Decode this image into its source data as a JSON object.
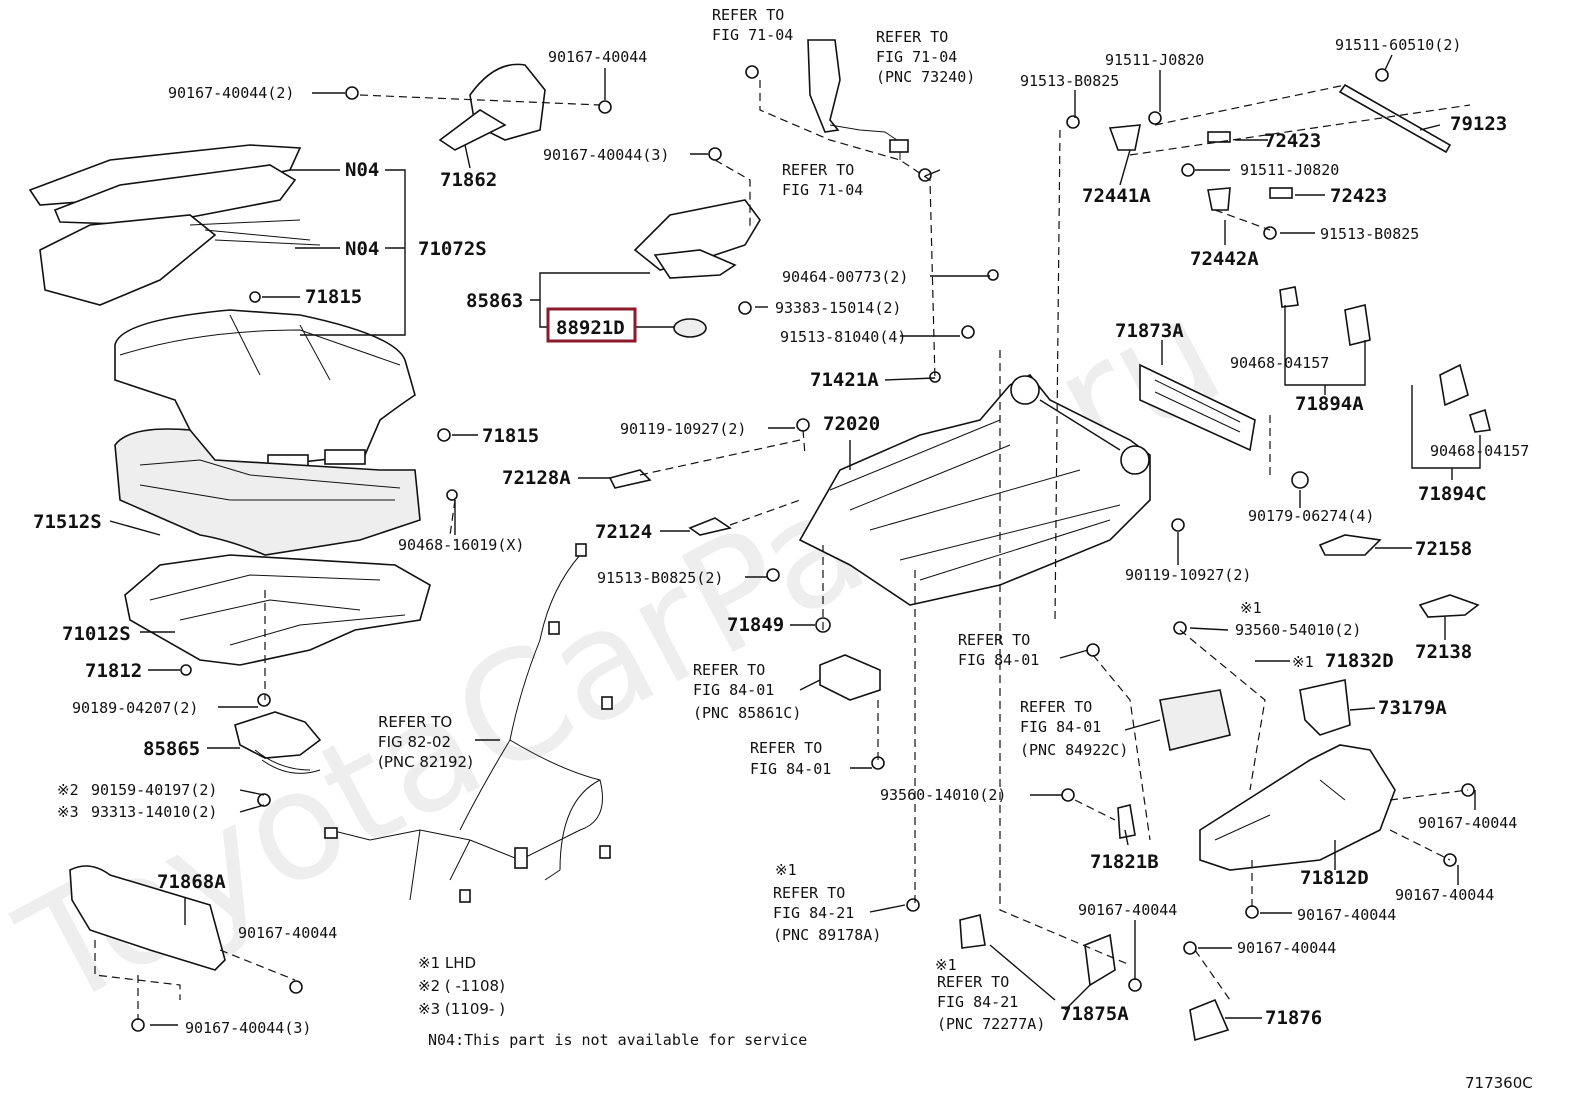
{
  "diagram": {
    "figure_id": "717360C",
    "watermark": "ToyotaCarParts.ru",
    "highlight_color": "#8b1a2b",
    "highlighted_part": "88921D",
    "labels": {
      "l90167_2": "90167-40044(2)",
      "l90167_top": "90167-40044",
      "l90167_3": "90167-40044(3)",
      "l71862": "71862",
      "n04a": "N04",
      "n04b": "N04",
      "l71072S": "71072S",
      "l71815a": "71815",
      "l85863": "85863",
      "l88921D": "88921D",
      "l71815b": "71815",
      "l71512S": "71512S",
      "l90468_16019": "90468-16019(X)",
      "l71012S": "71012S",
      "l71812": "71812",
      "l90189": "90189-04207(2)",
      "l85865": "85865",
      "l90159": "90159-40197(2)",
      "l93313": "93313-14010(2)",
      "l71868A": "71868A",
      "l90167_b": "90167-40044",
      "l90167_b3": "90167-40044(3)",
      "ref7104a1": "REFER TO",
      "ref7104a2": "FIG 71-04",
      "ref7104b1": "REFER TO",
      "ref7104b2": "FIG 71-04",
      "ref7104b3": "(PNC 73240)",
      "ref7104c1": "REFER TO",
      "ref7104c2": "FIG 71-04",
      "l90464": "90464-00773(2)",
      "l93383": "93383-15014(2)",
      "l91513_81040": "91513-81040(4)",
      "l71421A": "71421A",
      "l90119a": "90119-10927(2)",
      "l72020": "72020",
      "l72128A": "72128A",
      "l72124": "72124",
      "l91513_b0825_2": "91513-B0825(2)",
      "l71849": "71849",
      "ref8202_1": "REFER TO",
      "ref8202_2": "FIG 82-02",
      "ref8202_3": "(PNC 82192)",
      "ref8401a1": "REFER TO",
      "ref8401a2": "FIG 84-01",
      "ref8401a3": "(PNC 85861C)",
      "ref8401b1": "REFER TO",
      "ref8401b2": "FIG 84-01",
      "ref8401c1": "REFER TO",
      "ref8401c2": "FIG 84-01",
      "ref8401d1": "REFER TO",
      "ref8401d2": "FIG 84-01",
      "ref8401d3": "(PNC 84922C)",
      "ref8421a0": "※1",
      "ref8421a1": "REFER TO",
      "ref8421a2": "FIG 84-21",
      "ref8421a3": "(PNC 89178A)",
      "ref8421b0": "※1",
      "ref8421b1": "REFER TO",
      "ref8421b2": "FIG 84-21",
      "ref8421b3": "(PNC 72277A)",
      "l91511_60510": "91511-60510(2)",
      "l91511_j0820a": "91511-J0820",
      "l91513_b0825a": "91513-B0825",
      "l79123": "79123",
      "l72423a": "72423",
      "l72441A": "72441A",
      "l91511_j0820b": "91511-J0820",
      "l72423b": "72423",
      "l91513_b0825b": "91513-B0825",
      "l72442A": "72442A",
      "l71873A": "71873A",
      "l90468_04157a": "90468-04157",
      "l71894A": "71894A",
      "l90468_04157b": "90468-04157",
      "l71894C": "71894C",
      "l90179": "90179-06274(4)",
      "l72158": "72158",
      "l90119b": "90119-10927(2)",
      "mark1a": "※1",
      "l93560_54010": "93560-54010(2)",
      "mark1b": "※1",
      "l71832D": "71832D",
      "l72138": "72138",
      "l73179A": "73179A",
      "l93560_14010": "93560-14010(2)",
      "l71821B": "71821B",
      "l90167_r1": "90167-40044",
      "l90167_r2": "90167-40044",
      "l71812D": "71812D",
      "l90167_r3": "90167-40044",
      "l90167_r4": "90167-40044",
      "l90167_r5": "90167-40044",
      "l71875A": "71875A",
      "l71876": "71876",
      "mk2": "※2",
      "mk3": "※3",
      "n1": "※1 LHD",
      "n2": "※2 (       -1108)",
      "n3": "※3 (1109-       )",
      "n4": "N04:This part is not available for service"
    }
  }
}
